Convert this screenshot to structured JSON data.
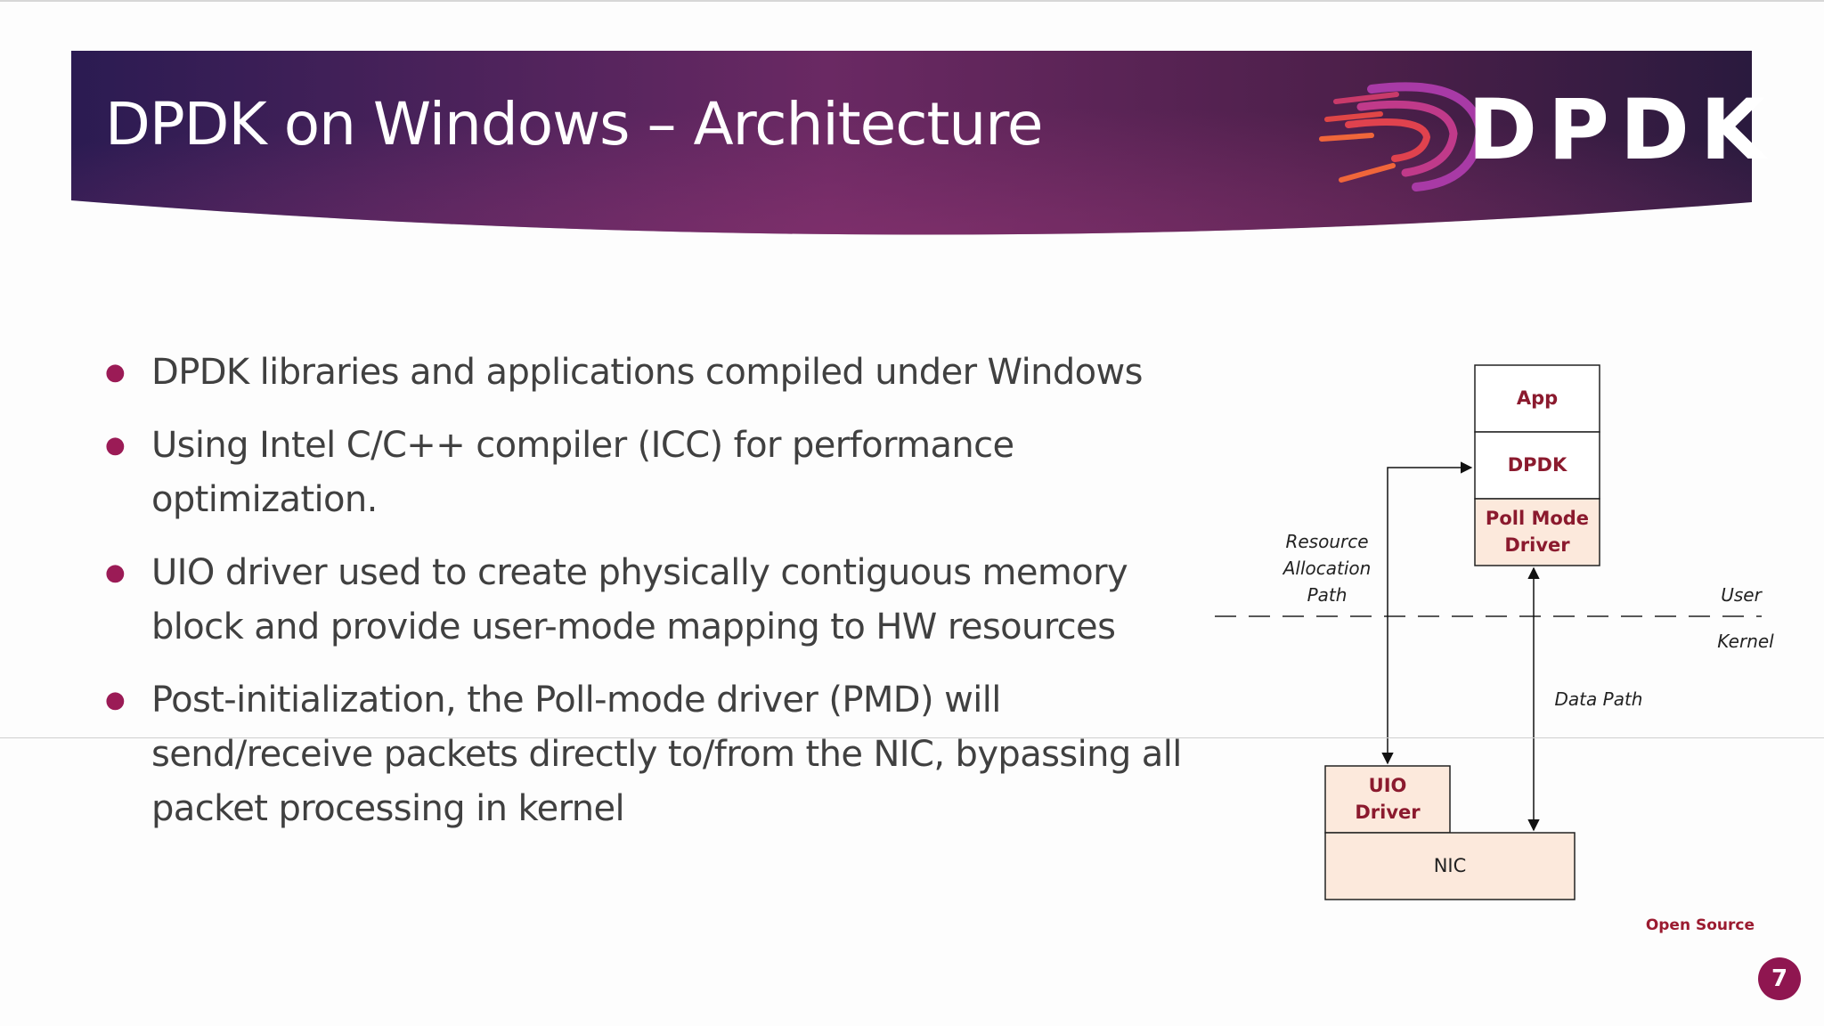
{
  "slide": {
    "title": "DPDK on Windows – Architecture",
    "logo_text": "DPDK",
    "bullets": [
      "DPDK libraries and applications compiled under Windows",
      "Using Intel C/C++ compiler (ICC) for performance optimization.",
      "UIO driver used to create physically contiguous memory block and provide user-mode mapping to HW resources",
      "Post-initialization, the Poll-mode driver (PMD) will send/receive packets directly to/from the NIC, bypassing all packet processing in kernel"
    ],
    "footer_brand": "Open Source",
    "page_number": "7"
  },
  "diagram": {
    "boxes": {
      "app": "App",
      "dpdk": "DPDK",
      "pmd": "Poll Mode Driver",
      "uio": "UIO Driver",
      "nic": "NIC"
    },
    "labels": {
      "resource_path": "Resource Allocation Path",
      "data_path": "Data Path",
      "user": "User",
      "kernel": "Kernel"
    }
  },
  "colors": {
    "banner_dark": "#2a1a52",
    "banner_mid": "#6b2a63",
    "accent": "#9b1b56",
    "box_fill": "#fce9dc",
    "box_text": "#8b1a2e"
  },
  "icons": [
    "dpdk-swirl-logo-icon",
    "bullet-dot-icon",
    "arrow-icon"
  ]
}
